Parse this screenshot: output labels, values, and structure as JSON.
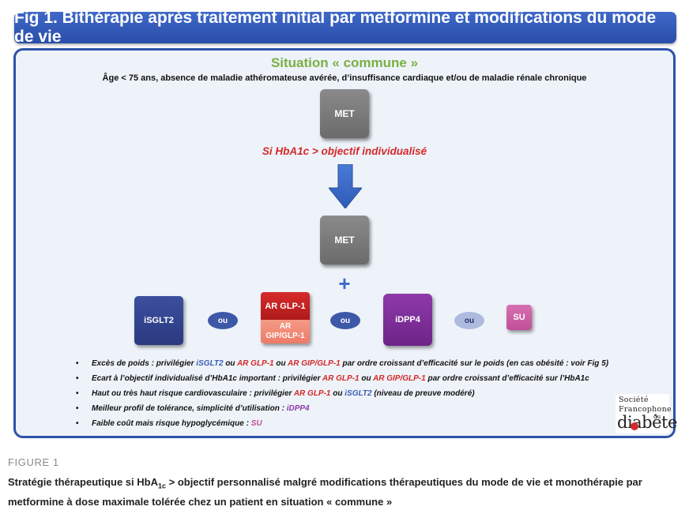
{
  "title": "Fig 1. Bithérapie après traitement initial par metformine et modifications du mode de vie",
  "situation": {
    "heading": "Situation « commune »",
    "description": "Âge < 75 ans, absence de maladie athéromateuse avérée, d’insuffisance cardiaque et/ou de maladie rénale chronique"
  },
  "flow": {
    "met_top": "MET",
    "condition": "Si HbA1c > objectif individualisé",
    "met_bottom": "MET",
    "plus": "+",
    "options": {
      "isglt2": "iSGLT2",
      "ar_glp1": "AR GLP-1",
      "ar_gip_glp1_line1": "AR",
      "ar_gip_glp1_line2": "GIP/GLP-1",
      "idpp4": "iDPP4",
      "su": "SU"
    },
    "or_label": "ou"
  },
  "colors": {
    "title_bar": "#2a4ea8",
    "panel_border": "#2d52a8",
    "situation_heading": "#7ab043",
    "condition": "#d42a2a",
    "isglt2": "#3c4f9e",
    "ar_glp1": "#d62a2a",
    "ar_gip_glp1": "#f49a86",
    "idpp4": "#8e3aa8",
    "su": "#d770b2",
    "arrow": "#3c6bc4"
  },
  "icons": {
    "down_arrow": "down-arrow-icon"
  },
  "bullets": [
    {
      "parts": [
        {
          "t": "Excès de poids : privilégier ",
          "c": ""
        },
        {
          "t": "iSGLT2",
          "c": "c-blue"
        },
        {
          "t": " ou ",
          "c": ""
        },
        {
          "t": "AR GLP-1",
          "c": "c-red"
        },
        {
          "t": " ou ",
          "c": ""
        },
        {
          "t": "AR GIP/GLP-1",
          "c": "c-red"
        },
        {
          "t": " par ordre croissant d’efficacité sur le poids (en cas obésité : voir Fig 5)",
          "c": ""
        }
      ]
    },
    {
      "parts": [
        {
          "t": "Ecart à l’objectif individualisé d’HbA1c important : privilégier ",
          "c": ""
        },
        {
          "t": "AR GLP-1",
          "c": "c-red"
        },
        {
          "t": " ou ",
          "c": ""
        },
        {
          "t": "AR GIP/GLP-1",
          "c": "c-red"
        },
        {
          "t": " par ordre croissant d’efficacité sur l’HbA1c",
          "c": ""
        }
      ]
    },
    {
      "parts": [
        {
          "t": "Haut ou très haut risque cardiovasculaire : privilégier ",
          "c": ""
        },
        {
          "t": "AR GLP-1",
          "c": "c-red"
        },
        {
          "t": " ou ",
          "c": ""
        },
        {
          "t": "iSGLT2",
          "c": "c-blue"
        },
        {
          "t": " (niveau de preuve modéré)",
          "c": ""
        }
      ]
    },
    {
      "parts": [
        {
          "t": "Meilleur profil de tolérance, simplicité d’utilisation : ",
          "c": ""
        },
        {
          "t": "iDPP4",
          "c": "c-purple"
        }
      ]
    },
    {
      "parts": [
        {
          "t": "Faible coût mais risque hypoglycémique : ",
          "c": ""
        },
        {
          "t": "SU",
          "c": "c-pink"
        }
      ]
    }
  ],
  "logo": {
    "line1": "Société",
    "line2": "Francophone",
    "line3": "du",
    "line4": "diabète"
  },
  "figure_label": "FIGURE 1",
  "caption": {
    "part1": "Stratégie thérapeutique si HbA",
    "subscript": "1c",
    "part2": " > objectif personnalisé malgré modifications thérapeutiques du mode de vie et monothérapie par metformine à dose maximale tolérée chez un patient en situation « commune »"
  }
}
